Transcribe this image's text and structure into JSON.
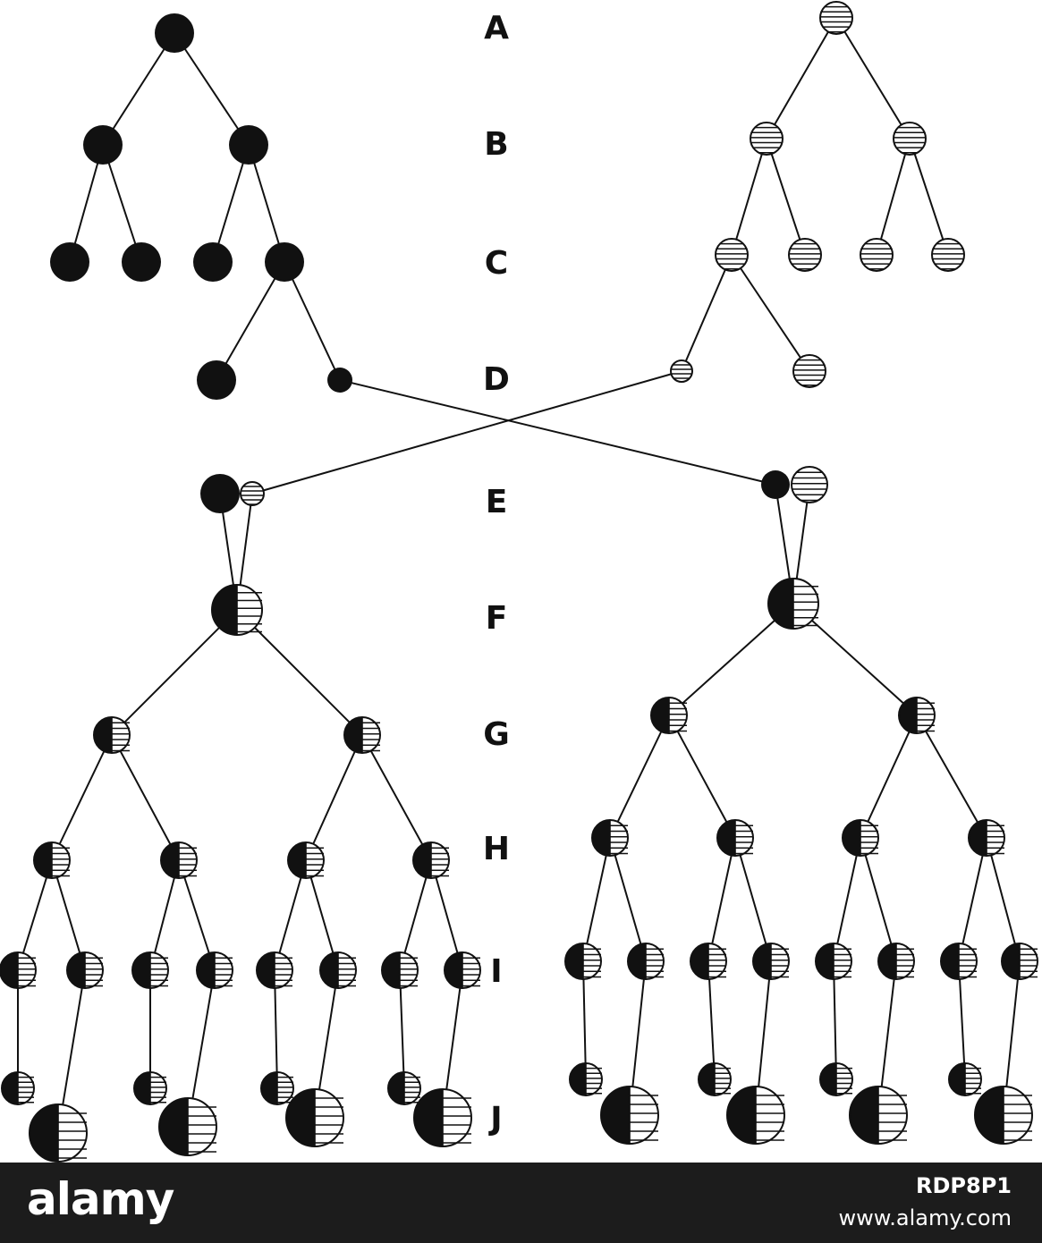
{
  "diagram": {
    "generations": [
      "A",
      "B",
      "C",
      "D",
      "E",
      "F",
      "G",
      "H",
      "I",
      "J"
    ],
    "colors": {
      "ink": "#111111",
      "paper": "#ffffff"
    },
    "node_kinds": [
      "solid-black",
      "horizontal-striped",
      "half-black-half-striped"
    ]
  },
  "footer": {
    "logo": "alamy",
    "image_id": "RDP8P1",
    "url": "www.alamy.com",
    "background": "#1c1c1c"
  }
}
